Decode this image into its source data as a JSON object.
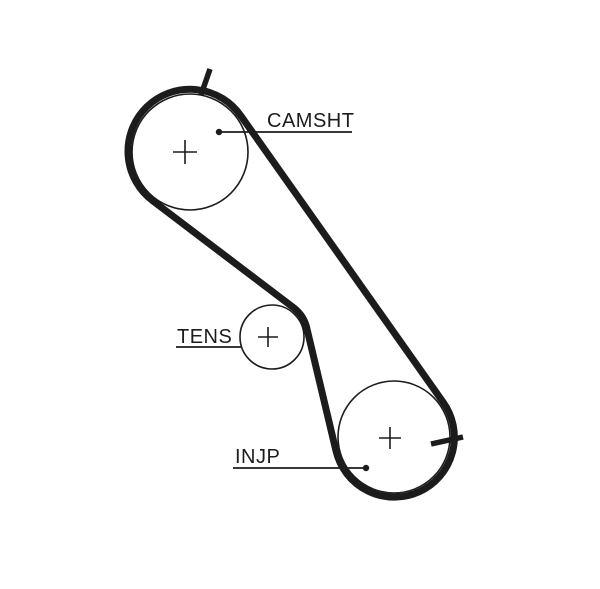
{
  "diagram": {
    "type": "timing-belt-routing-diagram",
    "labels": {
      "camshaft": "CAMSHT",
      "tensioner": "TENS",
      "injection_pump": "INJP"
    },
    "colors": {
      "line": "#1c1c1c",
      "background": "#ffffff"
    }
  }
}
